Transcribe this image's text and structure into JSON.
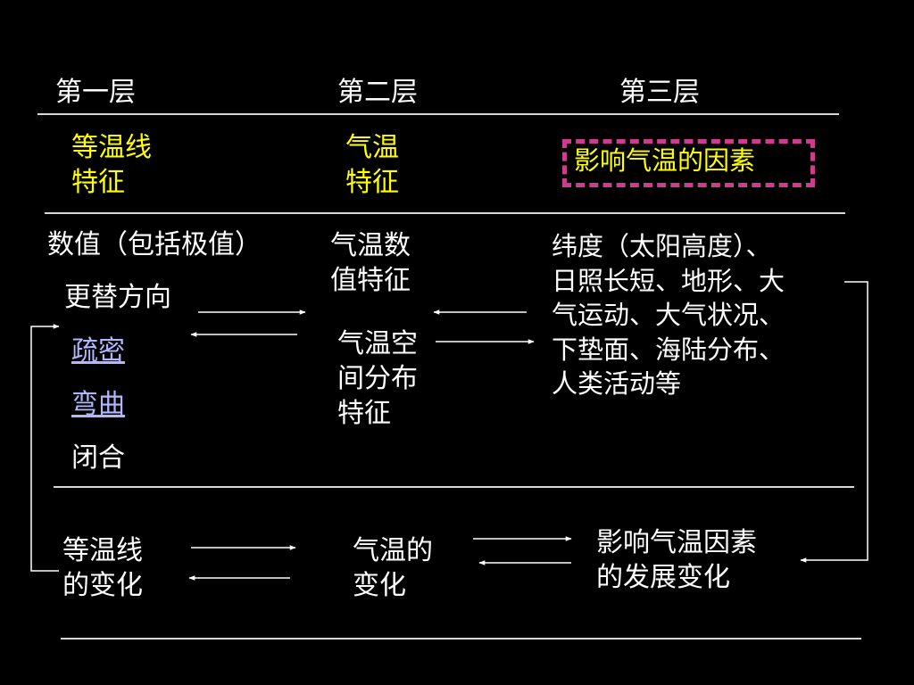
{
  "headers": {
    "layer1": "第一层",
    "layer2": "第二层",
    "layer3": "第三层"
  },
  "row1": {
    "col1": "等温线\n特征",
    "col2": "气温\n特征",
    "col3": "影响气温的因素"
  },
  "row2": {
    "values_title": "数值（包括极值）",
    "items": [
      "更替方向",
      "疏密",
      "弯曲",
      "闭合"
    ],
    "temp_value": "气温数\n值特征",
    "temp_spatial": "气温空\n间分布\n特征",
    "factors": "纬度（太阳高度）、\n日照长短、地形、大\n气运动、大气状况、\n下垫面、海陆分布、\n人类活动等"
  },
  "row3": {
    "col1": "等温线\n的变化",
    "col2": "气温的\n变化",
    "col3": "影响气温因素\n的发展变化"
  },
  "colors": {
    "background": "#000000",
    "highlight": "#ffff00",
    "box_border": "#cc3d8f",
    "link": "#b0b6ff"
  }
}
